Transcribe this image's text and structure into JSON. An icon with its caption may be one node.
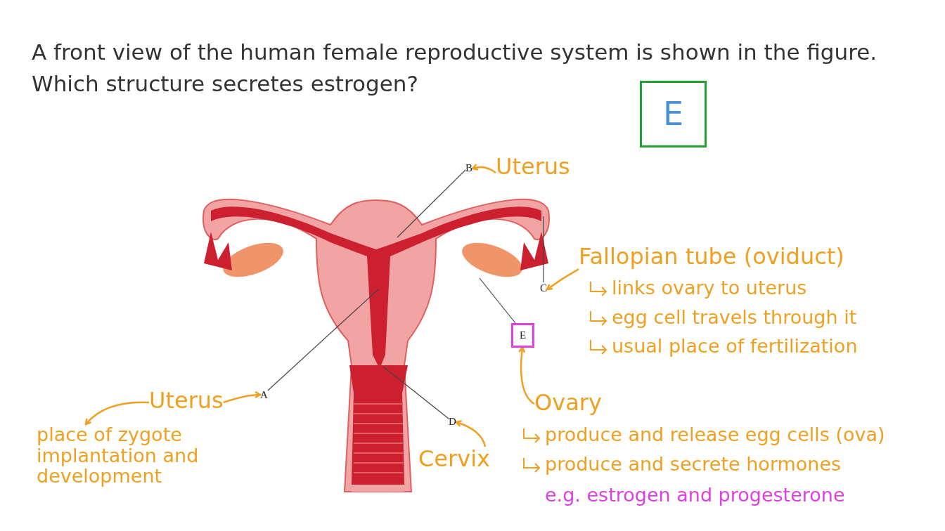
{
  "diagram": {
    "title": "A front view of the human female reproductive system is shown in the figure. Which structure secretes estrogen?",
    "nodes": [
      {
        "text": [
          "E"
        ]
      },
      {
        "text": [
          "B"
        ]
      },
      {
        "text": [
          "A"
        ]
      },
      {
        "text": [
          "C"
        ]
      },
      {
        "text": [
          "D"
        ]
      },
      {
        "text": [
          "E"
        ]
      },
      {
        "text": [
          "Uterus"
        ]
      },
      {
        "text": [
          "Fallopian tube (oviduct)"
        ]
      },
      {
        "text": [
          "Uterus"
        ]
      },
      {
        "text": [
          "place of zygote implantation and development"
        ]
      },
      {
        "text": [
          "Ovary"
        ]
      },
      {
        "text": [
          "Cervix"
        ]
      }
    ],
    "edges": [
      {
        "from": 1,
        "to": null,
        "arrow": "none",
        "color": "#444444"
      },
      {
        "from": 2,
        "to": null,
        "arrow": "none",
        "color": "#444444"
      },
      {
        "from": 3,
        "to": null,
        "arrow": "none",
        "color": "#444444"
      },
      {
        "from": 5,
        "to": null,
        "arrow": "none",
        "color": "#444444"
      },
      {
        "from": 4,
        "to": null,
        "arrow": "none",
        "color": "#444444"
      },
      {
        "from": 6,
        "to": 1,
        "arrow": "to"
      },
      {
        "from": 8,
        "to": 2,
        "arrow": "to"
      },
      {
        "from": 8,
        "to": 9,
        "arrow": "to"
      },
      {
        "from": 7,
        "to": 3,
        "arrow": "to"
      },
      {
        "from": 10,
        "to": 5,
        "arrow": "to"
      },
      {
        "from": 11,
        "to": 4,
        "arrow": "to"
      }
    ],
    "labels": [
      "links ovary to uterus",
      "egg cell travels through it",
      "usual place of fertilization",
      "produce and release egg cells (ova)",
      "produce and secrete hormones",
      "e.g. estrogen and progesterone"
    ]
  }
}
